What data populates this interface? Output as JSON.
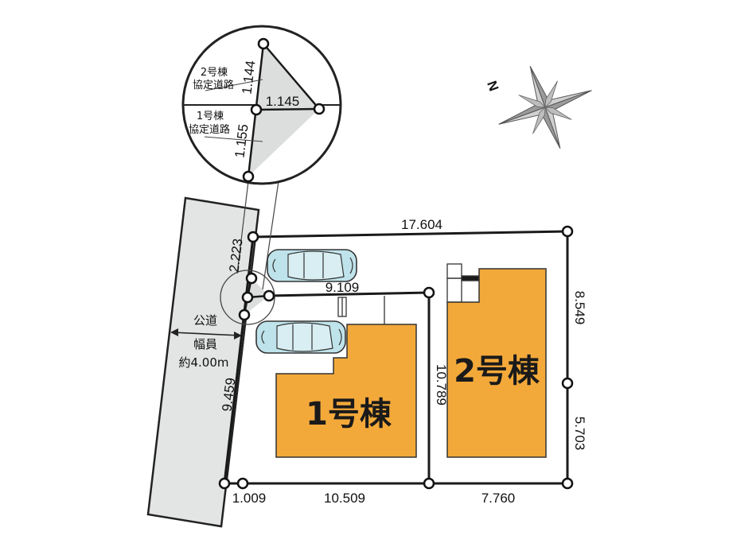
{
  "compass": {
    "north_label": "N",
    "icon": "compass-rose-icon"
  },
  "road": {
    "line1": "公道",
    "line2": "幅員",
    "line3": "約4.00m"
  },
  "houses": [
    {
      "label": "1号棟",
      "color": "#f3a93a"
    },
    {
      "label": "2号棟",
      "color": "#f3a93a"
    }
  ],
  "dimensions": {
    "top": "17.604",
    "inner": "9.109",
    "left_upper": "2.223",
    "left_lower": "9.459",
    "bottom_left": "1.009",
    "bottom_mid": "10.509",
    "bottom_right": "7.760",
    "middle_vertical": "10.789",
    "right_upper": "8.549",
    "right_lower": "5.703"
  },
  "detail": {
    "label2_line1": "2号棟",
    "label2_line2": "協定道路",
    "label1_line1": "1号棟",
    "label1_line2": "協定道路",
    "dim_upper": "1.144",
    "dim_center": "1.145",
    "dim_lower": "1.155"
  },
  "colors": {
    "house": "#f3a93a",
    "road": "#e3e4e4",
    "triangle": "#dcdddd",
    "car": "#bfe3ea"
  }
}
